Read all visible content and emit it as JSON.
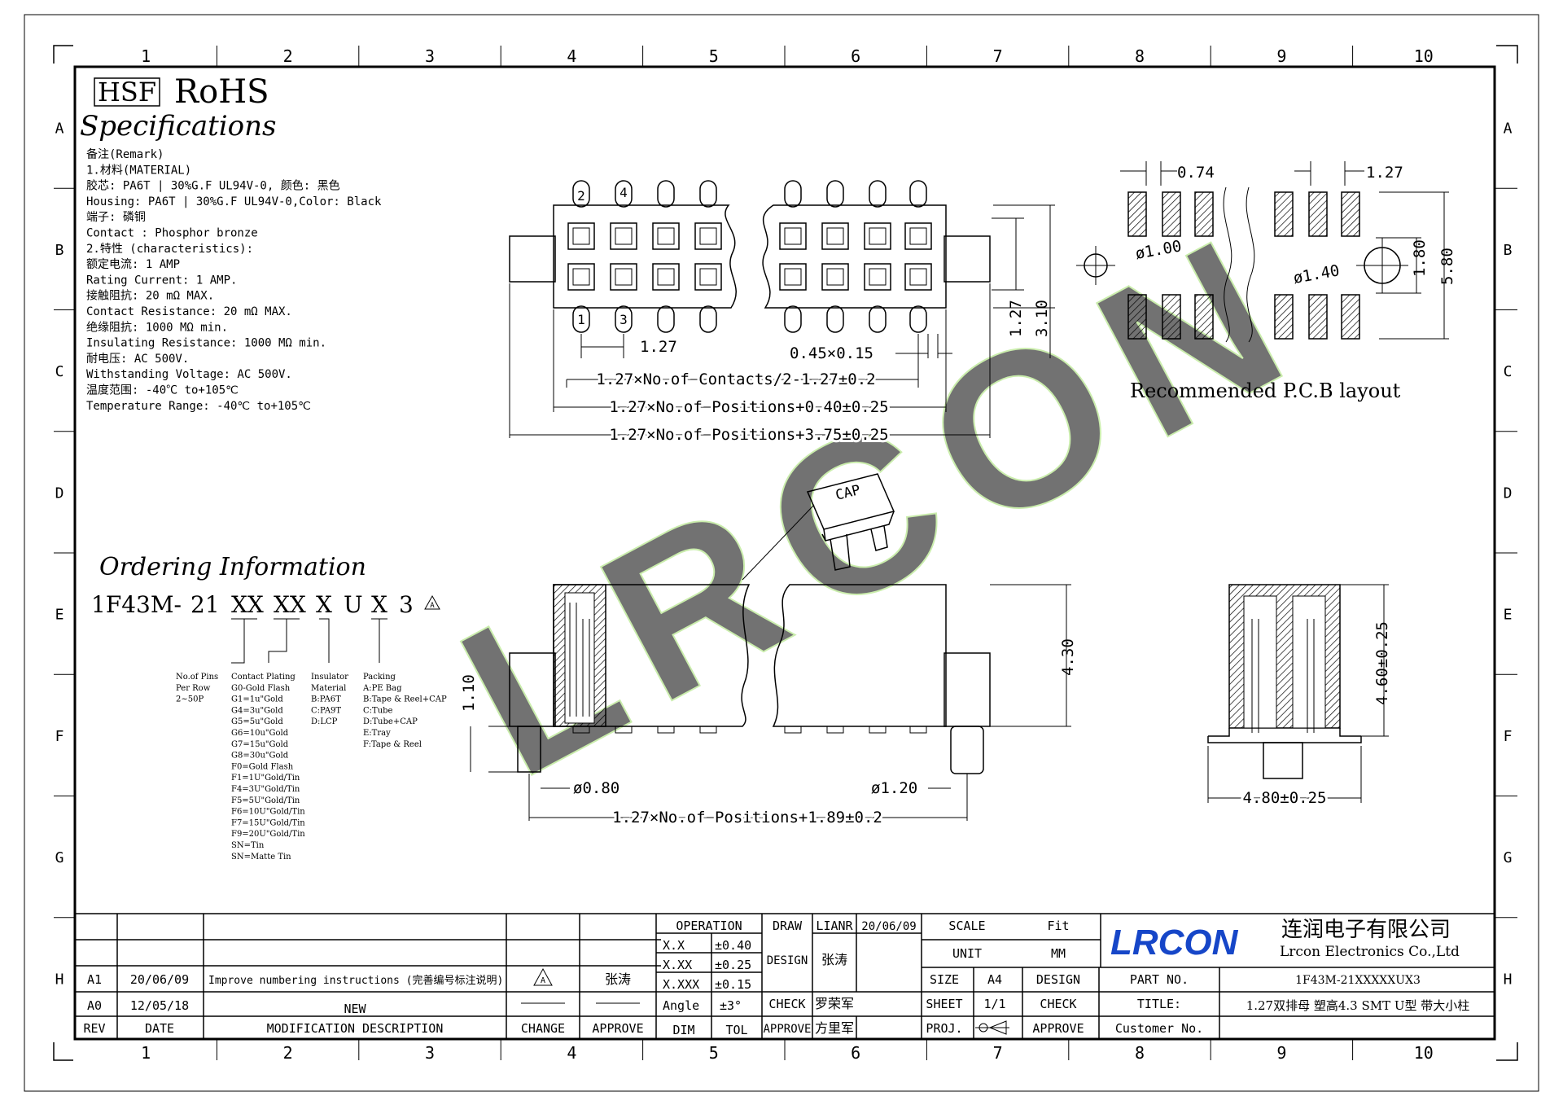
{
  "frame": {
    "columns": [
      "1",
      "2",
      "3",
      "4",
      "5",
      "6",
      "7",
      "8",
      "9",
      "10"
    ],
    "rows": [
      "A",
      "B",
      "C",
      "D",
      "E",
      "F",
      "G",
      "H"
    ]
  },
  "header": {
    "hsf": "HSF",
    "rohs": "RoHS",
    "specifications": "Specifications"
  },
  "spec_lines": [
    "备注(Remark)",
    "1.材料(MATERIAL)",
    "胶芯: PA6T | 30%G.F UL94V-0, 颜色: 黑色",
    "Housing: PA6T | 30%G.F UL94V-0,Color: Black",
    "端子: 磷铜",
    "Contact : Phosphor bronze",
    "2.特性 (characteristics):",
    "额定电流: 1 AMP",
    "Rating Current: 1 AMP.",
    "接触阻抗: 20 mΩ MAX.",
    "Contact Resistance: 20 mΩ MAX.",
    "绝缘阻抗: 1000 MΩ min.",
    "Insulating Resistance: 1000 MΩ min.",
    "耐电压: AC 500V.",
    "Withstanding Voltage: AC 500V.",
    "温度范围: -40℃ to+105℃",
    "Temperature Range: -40℃ to+105℃"
  ],
  "ordering": {
    "title": "Ordering Information",
    "code": [
      "1F43M-",
      "21",
      "XX",
      "XX",
      "X",
      "U",
      "X",
      "3"
    ],
    "rev_mark": "A",
    "pins": [
      "No.of Pins",
      "Per Row",
      "2~50P"
    ],
    "plating": [
      "Contact Plating",
      "G0-Gold Flash",
      "G1=1u\"Gold",
      "G4=3u\"Gold",
      "G5=5u\"Gold",
      "G6=10u\"Gold",
      "G7=15u\"Gold",
      "G8=30u\"Gold",
      "F0=Gold Flash",
      "F1=1U\"Gold/Tin",
      "F4=3U\"Gold/Tin",
      "F5=5U\"Gold/Tin",
      "F6=10U\"Gold/Tin",
      "F7=15U\"Gold/Tin",
      "F9=20U\"Gold/Tin",
      "SN=Tin",
      "SN=Matte Tin"
    ],
    "insulator": [
      "Insulator",
      "Material",
      "B:PA6T",
      "C:PA9T",
      "D:LCP"
    ],
    "packing": [
      "Packing",
      "A:PE Bag",
      "B:Tape & Reel+CAP",
      "C:Tube",
      "D:Tube+CAP",
      "E:Tray",
      "F:Tape & Reel"
    ]
  },
  "top_view": {
    "pin_top": [
      "2",
      "4"
    ],
    "pin_bottom": [
      "1",
      "3"
    ],
    "d_pitch": "1.27",
    "d_pin": "0.45×0.15",
    "d_contacts": "1.27×No.of Contacts/2-1.27±0.2",
    "d_pos040": "1.27×No.of Positions+0.40±0.25",
    "d_pos375": "1.27×No.of Positions+3.75±0.25",
    "d_row": "1.27",
    "d_width": "3.10"
  },
  "pcb": {
    "d_pad_w": "0.74",
    "d_pitch": "1.27",
    "d_hole_small": "ø1.00",
    "d_hole_large": "ø1.40",
    "d_row": "1.80",
    "d_total": "5.80",
    "label": "Recommended P.C.B layout"
  },
  "side_view": {
    "cap": "CAP",
    "d_height": "4.30",
    "d_post_h": "1.10",
    "d_post_small": "ø0.80",
    "d_post_large": "ø1.20",
    "d_pos189": "1.27×No.of Positions+1.89±0.2"
  },
  "end_view": {
    "d_height": "4.60±0.25",
    "d_width": "4.80±0.25"
  },
  "title_block": {
    "rev_rows": [
      {
        "rev": "A1",
        "date": "20/06/09",
        "desc": "Improve numbering instructions (完善编号标注说明)",
        "change": "A",
        "approve": "张涛"
      },
      {
        "rev": "A0",
        "date": "12/05/18",
        "desc": "NEW",
        "change": "",
        "approve": ""
      }
    ],
    "headers": {
      "rev": "REV",
      "date": "DATE",
      "desc": "MODIFICATION DESCRIPTION",
      "change": "CHANGE",
      "approve": "APPROVE"
    },
    "operation": "OPERATION",
    "tolerances": [
      {
        "dim": "X.X",
        "tol": "±0.40"
      },
      {
        "dim": "X.XX",
        "tol": "±0.25"
      },
      {
        "dim": "X.XXX",
        "tol": "±0.15"
      },
      {
        "dim": "Angle",
        "tol": "±3°"
      }
    ],
    "dim_label": "DIM",
    "tol_label": "TOL",
    "draw": "DRAW",
    "draw_name": "LIANR",
    "draw_date": "20/06/09",
    "design": "DESIGN",
    "design_name": "张涛",
    "check": "CHECK",
    "check_name": "罗荣军",
    "approve": "APPROVE",
    "approve_name": "方里军",
    "scale": "SCALE",
    "scale_val": "Fit",
    "unit": "UNIT",
    "unit_val": "MM",
    "size": "SIZE",
    "size_val": "A4",
    "sheet": "SHEET",
    "sheet_val": "1/1",
    "proj": "PROJ.",
    "design2": "DESIGN",
    "check2": "CHECK",
    "approve2": "APPROVE",
    "part_no": "PART NO.",
    "part_no_val": "1F43M-21XXXXXUX3",
    "title": "TITLE:",
    "title_val": "1.27双排母 塑高4.3 SMT U型 带大小柱",
    "customer": "Customer No.",
    "company_logo": "LRCON",
    "company_cn": "连润电子有限公司",
    "company_en": "Lrcon Electronics Co.,Ltd"
  },
  "watermark": "LRCON",
  "colors": {
    "logo": "#1646c8",
    "watermark": "#9fdf6a",
    "ink": "#000000"
  }
}
